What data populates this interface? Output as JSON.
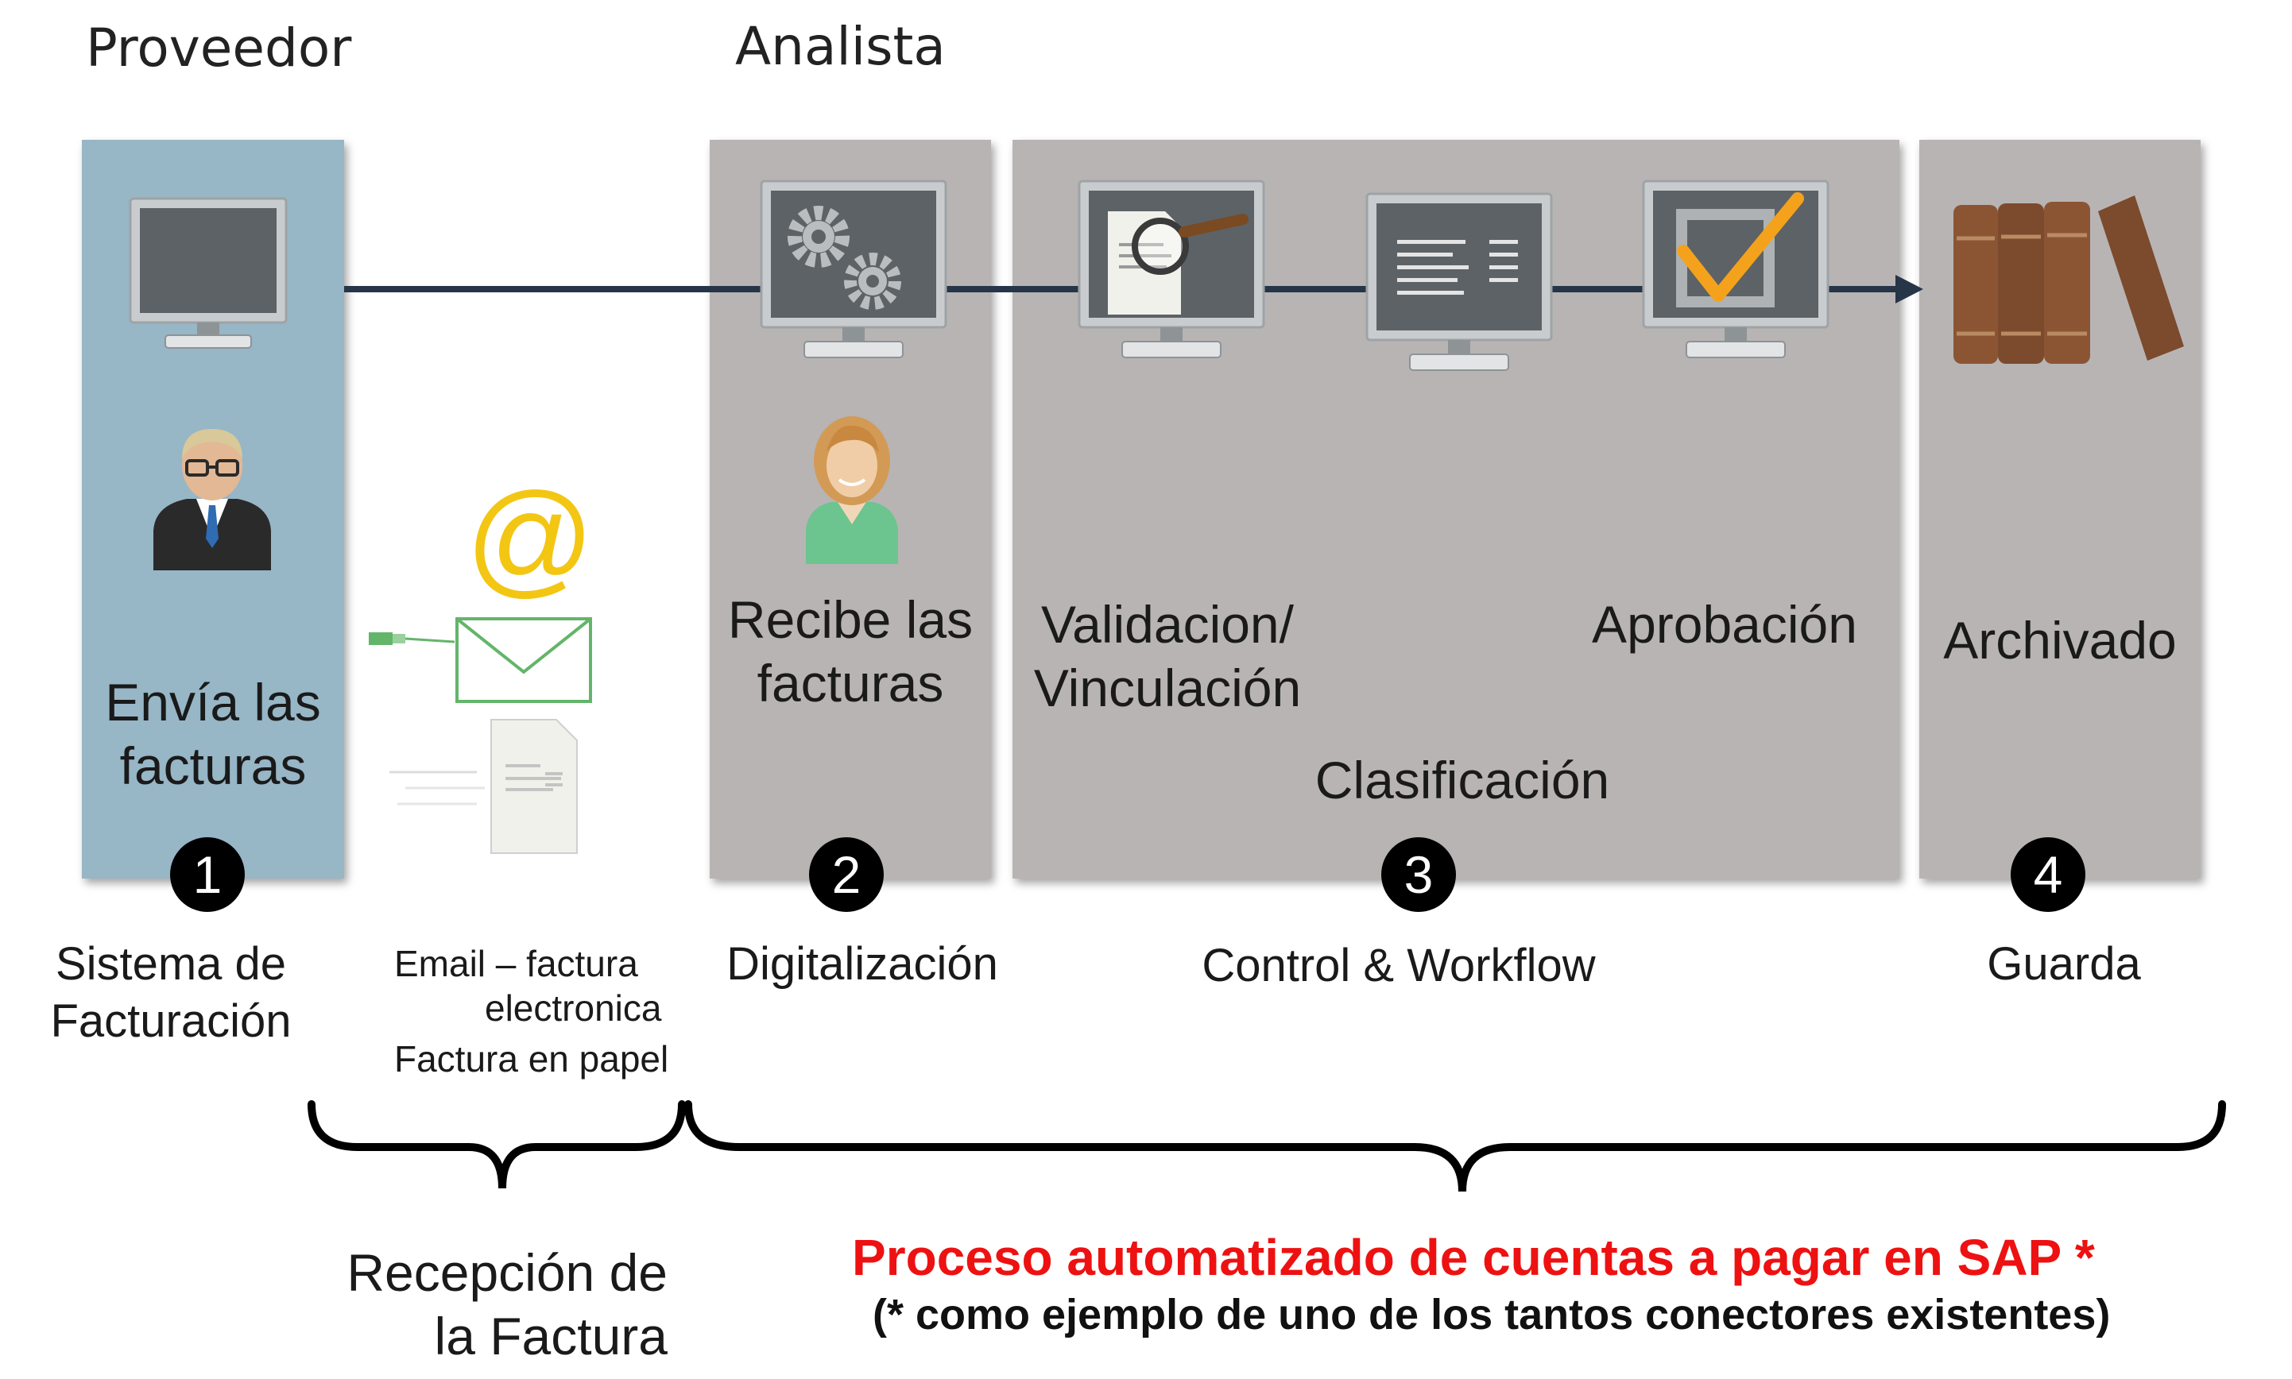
{
  "roles": {
    "provider": "Proveedor",
    "analyst": "Analista"
  },
  "stages": [
    {
      "number": "1",
      "caption_line1": "Sistema de",
      "caption_line2": "Facturación",
      "panel_line1": "Envía las",
      "panel_line2": "facturas"
    },
    {
      "number": "2",
      "caption": "Digitalización",
      "panel_line1": "Recibe las",
      "panel_line2": "facturas"
    },
    {
      "number": "3",
      "caption": "Control & Workflow",
      "step_validation_1": "Validacion/",
      "step_validation_2": "Vinculación",
      "step_classification": "Clasificación",
      "step_approval": "Aprobación"
    },
    {
      "number": "4",
      "caption": "Guarda",
      "panel_label": "Archivado"
    }
  ],
  "reception": {
    "email_line1": "Email – factura",
    "email_line2": "electronica",
    "paper": "Factura en papel"
  },
  "brackets": {
    "left_label_1": "Recepción de",
    "left_label_2": "la Factura",
    "right_title": "Proceso automatizado de cuentas a pagar en SAP *",
    "right_note": "(* como ejemplo de uno de los  tantos conectores existentes)"
  },
  "colors": {
    "provider_panel": "#97b6c6",
    "analyst_panel": "#b8b4b4",
    "flow_line": "#263548",
    "highlight_red": "#ee1111",
    "check_orange": "#f4a21c",
    "email_green": "#63b56a"
  },
  "icons": [
    "monitor-icon",
    "businessman-icon",
    "email-at-icon",
    "envelope-icon",
    "usb-cable-icon",
    "paper-document-icon",
    "gears-monitor-icon",
    "woman-analyst-icon",
    "magnifier-monitor-icon",
    "list-monitor-icon",
    "checkmark-monitor-icon",
    "books-icon"
  ]
}
